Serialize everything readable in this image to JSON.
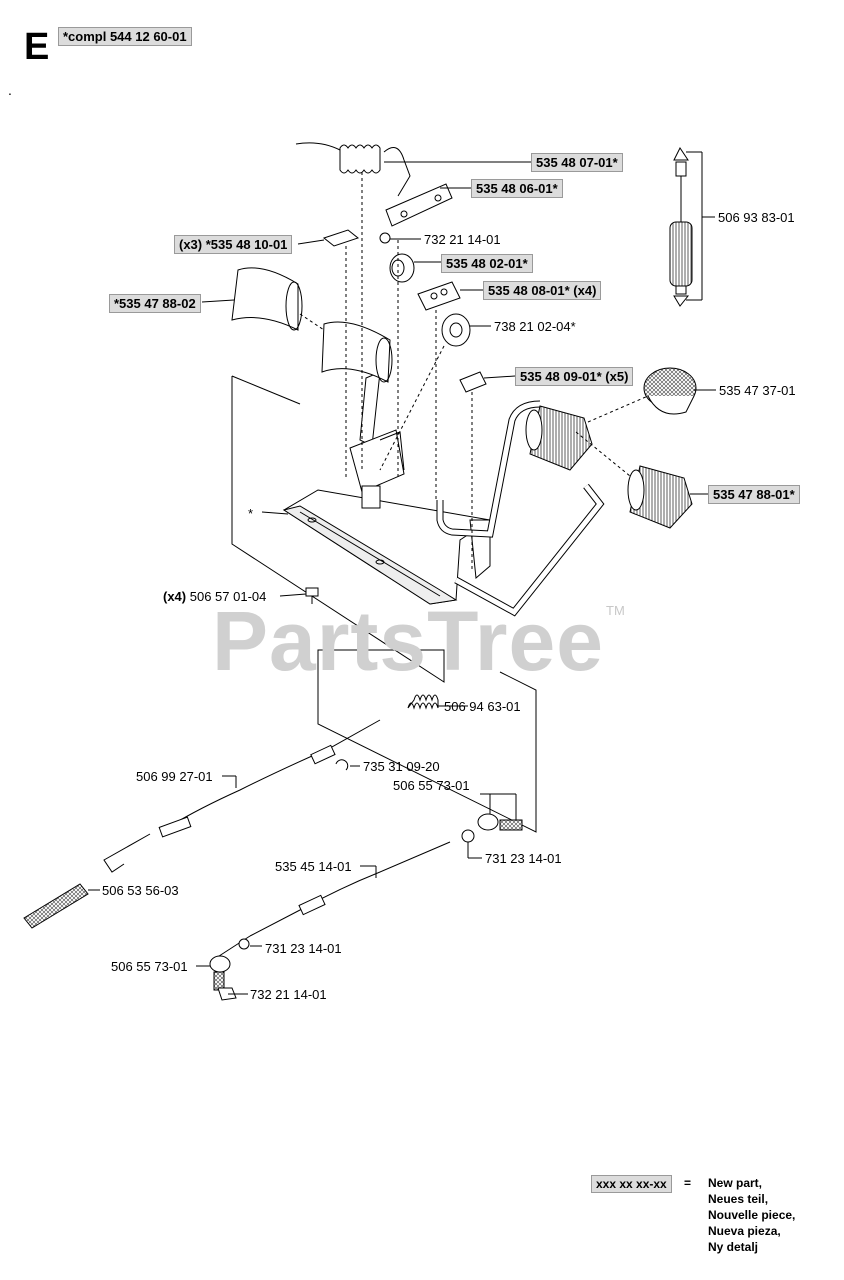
{
  "section": "E",
  "assembly": "*compl 544 12 60-01",
  "dot": ".",
  "watermark": "PartsTree",
  "trademark": "TM",
  "star_marker": "*",
  "callouts": [
    {
      "id": "c1",
      "prefix": "",
      "text": "535 48 07-01*",
      "boxed": true
    },
    {
      "id": "c2",
      "prefix": "",
      "text": "535 48 06-01*",
      "boxed": true
    },
    {
      "id": "c3",
      "prefix": "",
      "text": "(x3) *535 48 10-01",
      "boxed": true
    },
    {
      "id": "c4",
      "prefix": "",
      "text": "732 21 14-01",
      "boxed": false
    },
    {
      "id": "c5",
      "prefix": "",
      "text": "535 48 02-01*",
      "boxed": true
    },
    {
      "id": "c6",
      "prefix": "",
      "text": "*535 47 88-02",
      "boxed": true
    },
    {
      "id": "c7",
      "prefix": "",
      "text": "535 48 08-01* (x4)",
      "boxed": true
    },
    {
      "id": "c8",
      "prefix": "",
      "text": "738 21 02-04*",
      "boxed": false
    },
    {
      "id": "c9",
      "prefix": "",
      "text": "535 48 09-01* (x5)",
      "boxed": true
    },
    {
      "id": "c10",
      "prefix": "",
      "text": "506 93 83-01",
      "boxed": false
    },
    {
      "id": "c11",
      "prefix": "",
      "text": "535 47 37-01",
      "boxed": false
    },
    {
      "id": "c12",
      "prefix": "",
      "text": "535 47 88-01*",
      "boxed": true
    },
    {
      "id": "c13",
      "prefix": "(x4)",
      "text": "506 57 01-04",
      "boxed": false
    },
    {
      "id": "c14",
      "prefix": "",
      "text": "506 94 63-01",
      "boxed": false
    },
    {
      "id": "c15",
      "prefix": "",
      "text": "506 99 27-01",
      "boxed": false
    },
    {
      "id": "c16",
      "prefix": "",
      "text": "735 31 09-20",
      "boxed": false
    },
    {
      "id": "c17",
      "prefix": "",
      "text": "506 55 73-01",
      "boxed": false
    },
    {
      "id": "c18",
      "prefix": "",
      "text": "731 23 14-01",
      "boxed": false
    },
    {
      "id": "c19",
      "prefix": "",
      "text": "535 45 14-01",
      "boxed": false
    },
    {
      "id": "c20",
      "prefix": "",
      "text": "506 53 56-03",
      "boxed": false
    },
    {
      "id": "c21",
      "prefix": "",
      "text": "731 23 14-01",
      "boxed": false
    },
    {
      "id": "c22",
      "prefix": "",
      "text": "506 55 73-01",
      "boxed": false
    },
    {
      "id": "c23",
      "prefix": "",
      "text": "732 21 14-01",
      "boxed": false
    }
  ],
  "legend": {
    "code": "xxx xx xx-xx",
    "equals": "=",
    "lines": [
      "New part,",
      "Neues teil,",
      "Nouvelle piece,",
      "Nueva pieza,",
      "Ny detalj"
    ]
  }
}
